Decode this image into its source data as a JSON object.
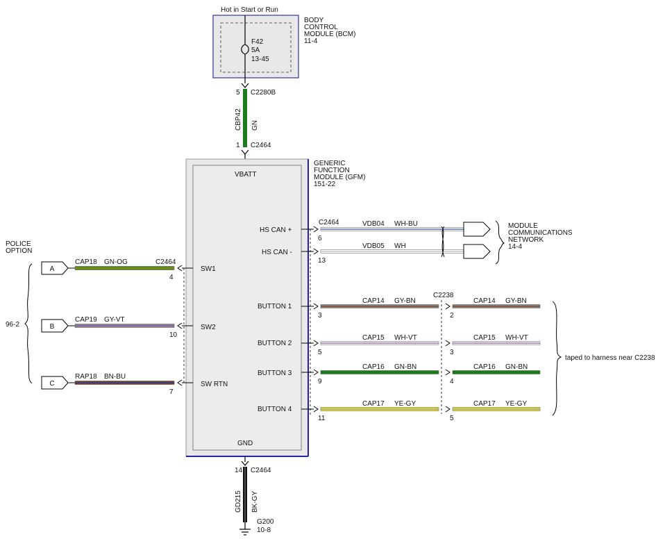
{
  "bcm": {
    "power_label": "Hot in Start or Run",
    "title_lines": [
      "BODY",
      "CONTROL",
      "MODULE (BCM)",
      "11-4"
    ],
    "fuse": {
      "id": "F42",
      "rating": "5A",
      "ref": "13-45"
    }
  },
  "power_feed": {
    "pin_top": "5",
    "connector_top": "C2280B",
    "circuit": "CBP42",
    "color": "GN",
    "pin_bottom": "1",
    "connector_bottom": "C2464"
  },
  "gfm": {
    "title_lines": [
      "GENERIC",
      "FUNCTION",
      "MODULE (GFM)",
      "151-22"
    ],
    "pins": {
      "vbatt": "VBATT",
      "gnd": "GND",
      "hs_can_plus": "HS CAN +",
      "hs_can_minus": "HS CAN -",
      "sw1": "SW1",
      "sw2": "SW2",
      "sw_rtn": "SW RTN",
      "button1": "BUTTON 1",
      "button2": "BUTTON 2",
      "button3": "BUTTON 3",
      "button4": "BUTTON 4"
    }
  },
  "police_option": {
    "title_lines": [
      "POLICE",
      "OPTION"
    ],
    "ref": "96-2",
    "connector": "C2464",
    "inputs": [
      {
        "letter": "A",
        "circuit": "CAP18",
        "color": "GN-OG",
        "pin": "4",
        "hex": "#2e8b1e",
        "stripe": "#e07b00"
      },
      {
        "letter": "B",
        "circuit": "CAP19",
        "color": "GY-VT",
        "pin": "10",
        "hex": "#8a8a8a",
        "stripe": "#8a4fb0"
      },
      {
        "letter": "C",
        "circuit": "RAP18",
        "color": "BN-BU",
        "pin": "7",
        "hex": "#7a3a1a",
        "stripe": "#2244cc"
      }
    ]
  },
  "network": {
    "connector": "C2464",
    "title_lines": [
      "MODULE",
      "COMMUNICATIONS",
      "NETWORK",
      "14-4"
    ],
    "lines": [
      {
        "circuit": "VDB04",
        "color": "WH-BU",
        "pin": "6",
        "hex": "#ffffff",
        "stripe": "#3355cc"
      },
      {
        "circuit": "VDB05",
        "color": "WH",
        "pin": "13",
        "hex": "#ffffff",
        "stripe": "#bbbbbb"
      }
    ]
  },
  "buttons": {
    "splice_connector": "C2238",
    "note": "taped to harness near C2238",
    "wires": [
      {
        "circuit": "CAP14",
        "color": "GY-BN",
        "pin_gfm": "3",
        "pin_splice": "2",
        "hex": "#8a8a8a",
        "stripe": "#7a3a1a"
      },
      {
        "circuit": "CAP15",
        "color": "WH-VT",
        "pin_gfm": "5",
        "pin_splice": "3",
        "hex": "#ffffff",
        "stripe": "#8a4fb0"
      },
      {
        "circuit": "CAP16",
        "color": "GN-BN",
        "pin_gfm": "9",
        "pin_splice": "4",
        "hex": "#1e7a1e",
        "stripe": "#1e7a1e"
      },
      {
        "circuit": "CAP17",
        "color": "YE-GY",
        "pin_gfm": "11",
        "pin_splice": "5",
        "hex": "#e8e020",
        "stripe": "#999999"
      }
    ]
  },
  "ground": {
    "pin": "14",
    "connector": "C2464",
    "circuit": "GD215",
    "color": "BK-GY",
    "ground_id": "G200",
    "ground_ref": "10-8"
  }
}
